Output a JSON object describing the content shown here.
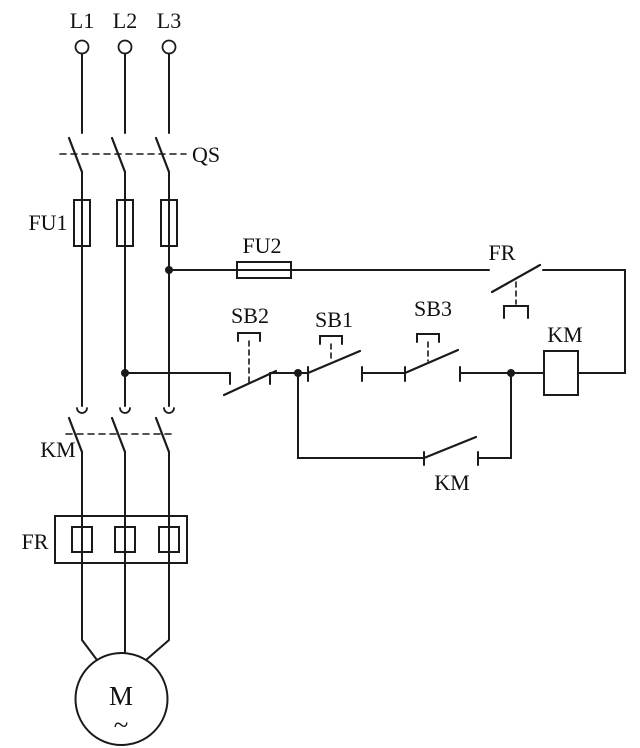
{
  "diagram": {
    "kind": "electrical-control-schematic",
    "colors": {
      "line": "#1a1a1a",
      "background": "#ffffff"
    },
    "labels": {
      "phase_l1": "L1",
      "phase_l2": "L2",
      "phase_l3": "L3",
      "disconnect_switch": "QS",
      "main_fuses": "FU1",
      "control_fuse": "FU2",
      "overload_contact": "FR",
      "stop_button": "SB2",
      "start_button": "SB1",
      "jog_button": "SB3",
      "contactor_coil": "KM",
      "holding_contact": "KM",
      "main_contacts": "KM",
      "overload_element": "FR",
      "motor": "M",
      "motor_current_type": "~"
    }
  }
}
